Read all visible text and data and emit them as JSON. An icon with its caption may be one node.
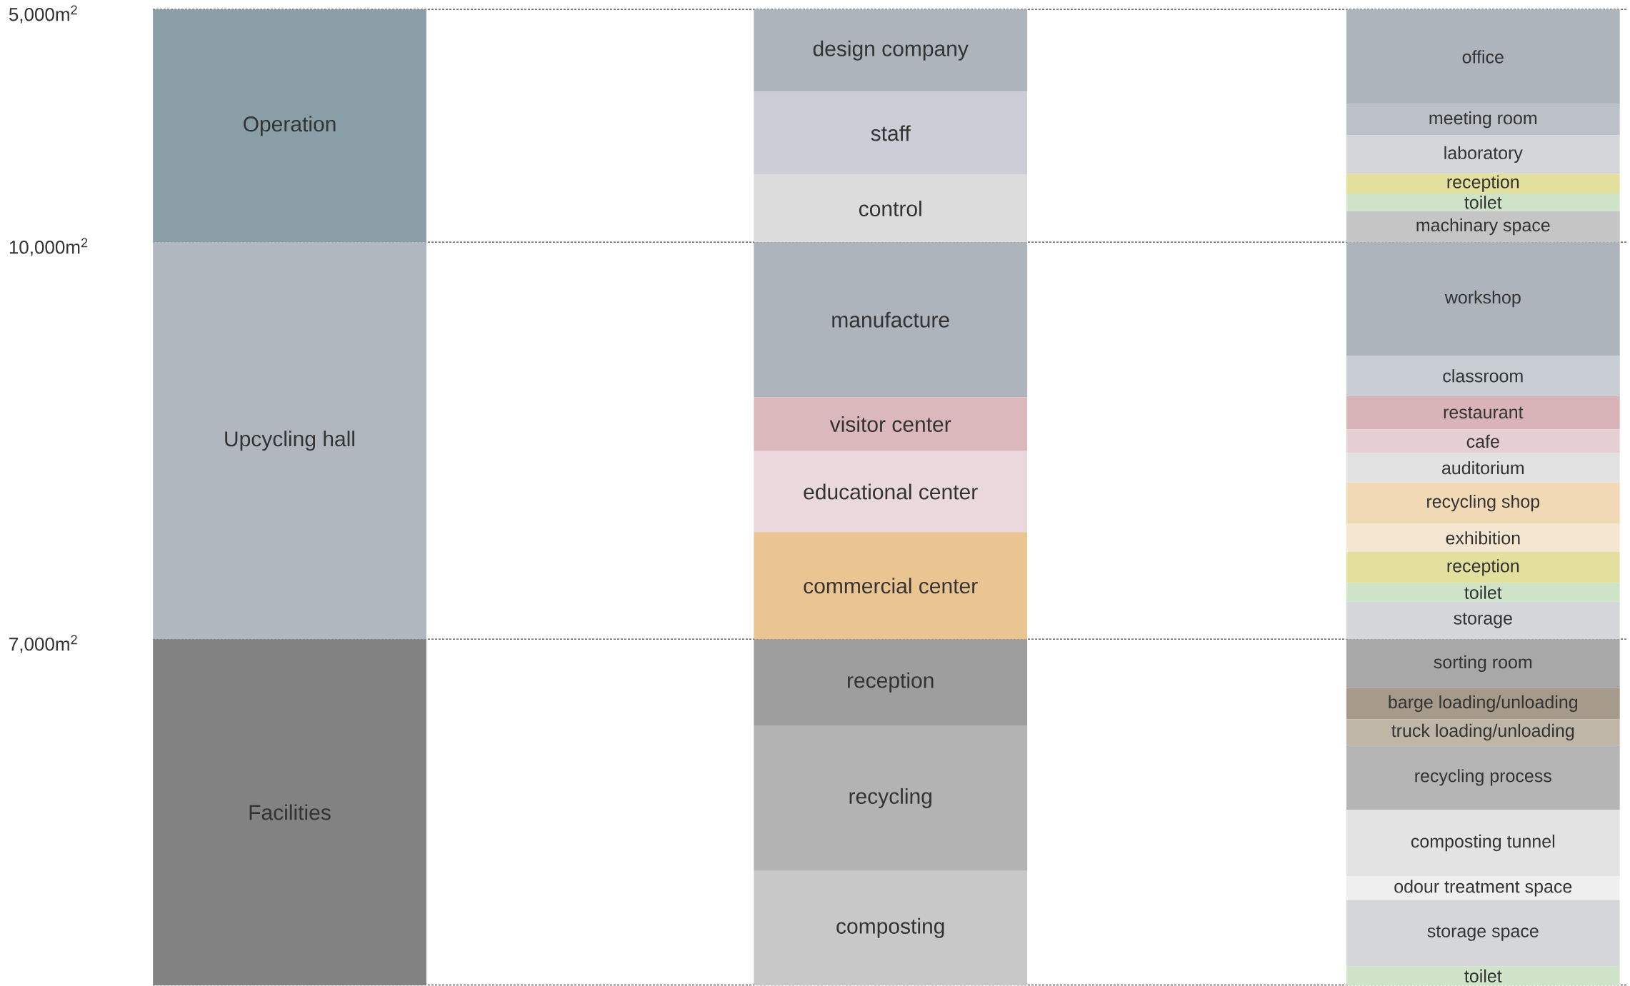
{
  "diagram": {
    "nodes": [
      {
        "text": [
          "Operation"
        ]
      },
      {
        "text": [
          "Upcycling hall"
        ]
      },
      {
        "text": [
          "Facilities"
        ]
      },
      {
        "text": [
          "design company"
        ]
      },
      {
        "text": [
          "staff"
        ]
      },
      {
        "text": [
          "control"
        ]
      },
      {
        "text": [
          "manufacture"
        ]
      },
      {
        "text": [
          "visitor center"
        ]
      },
      {
        "text": [
          "educational center"
        ]
      },
      {
        "text": [
          "commercial center"
        ]
      },
      {
        "text": [
          "reception"
        ]
      },
      {
        "text": [
          "recycling"
        ]
      },
      {
        "text": [
          "composting"
        ]
      },
      {
        "text": [
          "office"
        ]
      },
      {
        "text": [
          "meeting room"
        ]
      },
      {
        "text": [
          "laboratory"
        ]
      },
      {
        "text": [
          "reception"
        ]
      },
      {
        "text": [
          "toilet"
        ]
      },
      {
        "text": [
          "machinary space"
        ]
      },
      {
        "text": [
          "workshop"
        ]
      },
      {
        "text": [
          "classroom"
        ]
      },
      {
        "text": [
          "restaurant"
        ]
      },
      {
        "text": [
          "cafe"
        ]
      },
      {
        "text": [
          "auditorium"
        ]
      },
      {
        "text": [
          "recycling shop"
        ]
      },
      {
        "text": [
          "exhibition"
        ]
      },
      {
        "text": [
          "reception"
        ]
      },
      {
        "text": [
          "toilet"
        ]
      },
      {
        "text": [
          "storage"
        ]
      },
      {
        "text": [
          "sorting room"
        ]
      },
      {
        "text": [
          "barge loading/unloading"
        ]
      },
      {
        "text": [
          "truck loading/unloading"
        ]
      },
      {
        "text": [
          "recycling process"
        ]
      },
      {
        "text": [
          "composting tunnel"
        ]
      },
      {
        "text": [
          "odour treatment space"
        ]
      },
      {
        "text": [
          "storage space"
        ]
      },
      {
        "text": [
          "toilet"
        ]
      }
    ],
    "labels": [
      "5,000m$^{2}$",
      "10,000m$^{2}$",
      "7,000m$^{2}$"
    ]
  }
}
